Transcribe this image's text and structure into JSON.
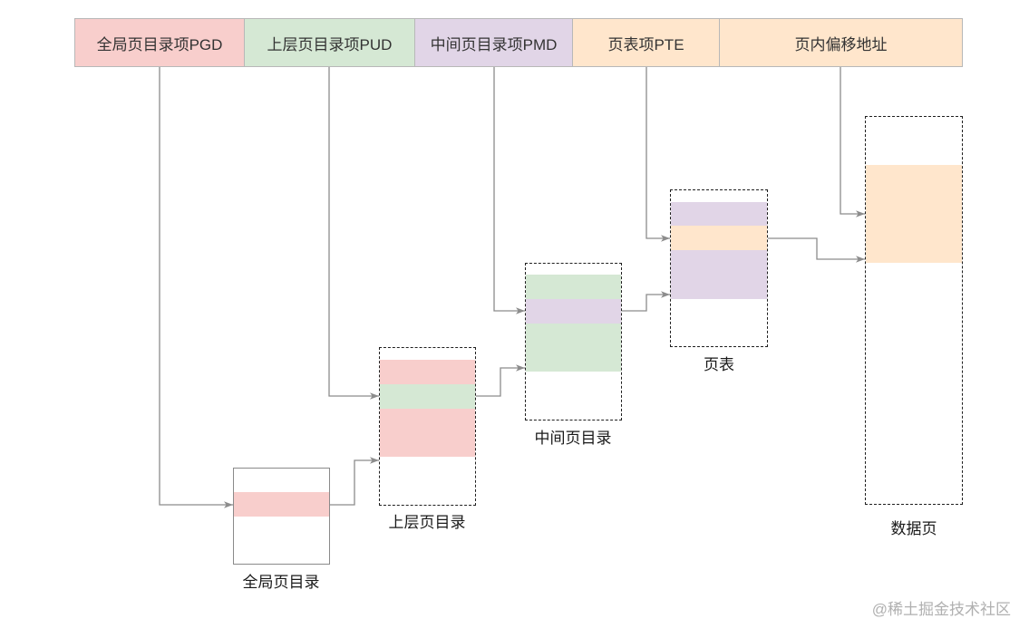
{
  "address_fields": [
    {
      "label": "全局页目录项PGD",
      "color": "#f8cecc"
    },
    {
      "label": "上层页目录项PUD",
      "color": "#d5e8d4"
    },
    {
      "label": "中间页目录项PMD",
      "color": "#e1d5e7"
    },
    {
      "label": "页表项PTE",
      "color": "#ffe6cc"
    },
    {
      "label": "页内偏移地址",
      "color": "#ffe6cc"
    }
  ],
  "tables": {
    "pgd_table": {
      "label": "全局页目录"
    },
    "pud_table": {
      "label": "上层页目录"
    },
    "pmd_table": {
      "label": "中间页目录"
    },
    "pte_table": {
      "label": "页表"
    },
    "data_page": {
      "label": "数据页"
    }
  },
  "watermark": "@稀土掘金技术社区"
}
